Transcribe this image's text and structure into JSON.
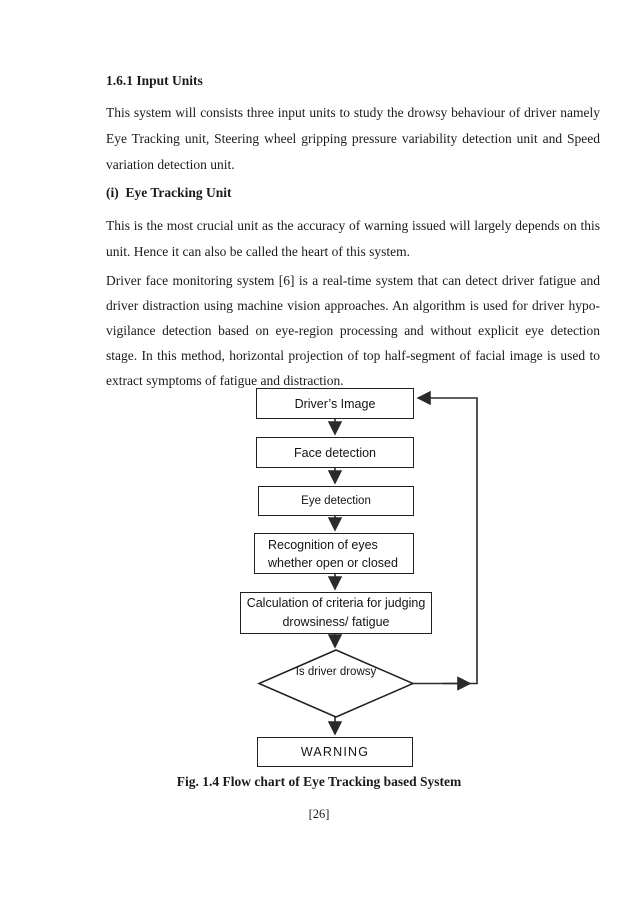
{
  "doc": {
    "section_heading": "1.6.1 Input Units",
    "paragraph_1": "This system will consists three input units to study the drowsy behaviour of driver namely Eye Tracking unit, Steering wheel gripping pressure variability detection unit and Speed variation detection unit.",
    "subsection_heading": "(i)  Eye Tracking Unit",
    "paragraph_2": "This is the most crucial unit as the accuracy of warning issued will largely depends on this unit. Hence it can also be called the heart of this system.",
    "paragraph_3": "Driver face monitoring system [6] is a real-time system that can detect driver fatigue and driver distraction using machine vision approaches. An algorithm is used for driver hypo-vigilance detection based on eye-region processing and without explicit eye detection stage. In this method, horizontal projection of top half-segment of facial image is used to extract symptoms of fatigue and distraction.",
    "figure_caption": "Fig. 1.4 Flow chart of Eye Tracking based System",
    "page_number": "[26]"
  },
  "flowchart": {
    "nodes": [
      {
        "id": "drivers-image",
        "type": "process",
        "lines": [
          "Driver’s Image"
        ]
      },
      {
        "id": "face-detection",
        "type": "process",
        "lines": [
          "Face detection"
        ]
      },
      {
        "id": "eye-detection",
        "type": "process",
        "lines": [
          "Eye detection"
        ]
      },
      {
        "id": "recognition-of-eyes",
        "type": "process",
        "lines": [
          "Recognition of eyes",
          "whether open or closed"
        ]
      },
      {
        "id": "calculation-of-criteria",
        "type": "process",
        "lines": [
          "Calculation of criteria for judging",
          "drowsiness/ fatigue"
        ]
      },
      {
        "id": "is-driver-drowsy",
        "type": "decision",
        "lines": [
          "Is driver",
          "drowsy"
        ]
      },
      {
        "id": "warning",
        "type": "process",
        "lines": [
          "WARNING"
        ]
      }
    ],
    "edges": [
      {
        "from": "drivers-image",
        "to": "face-detection"
      },
      {
        "from": "face-detection",
        "to": "eye-detection"
      },
      {
        "from": "eye-detection",
        "to": "recognition-of-eyes"
      },
      {
        "from": "recognition-of-eyes",
        "to": "calculation-of-criteria"
      },
      {
        "from": "calculation-of-criteria",
        "to": "is-driver-drowsy"
      },
      {
        "from": "is-driver-drowsy",
        "to": "warning"
      },
      {
        "from": "is-driver-drowsy",
        "to": "drivers-image",
        "note": "feedback loop"
      }
    ],
    "colors": {
      "line": "#2a2a2a",
      "node_border": "#202020",
      "node_fill": "#ffffff",
      "text": "#1a1a1a"
    }
  }
}
